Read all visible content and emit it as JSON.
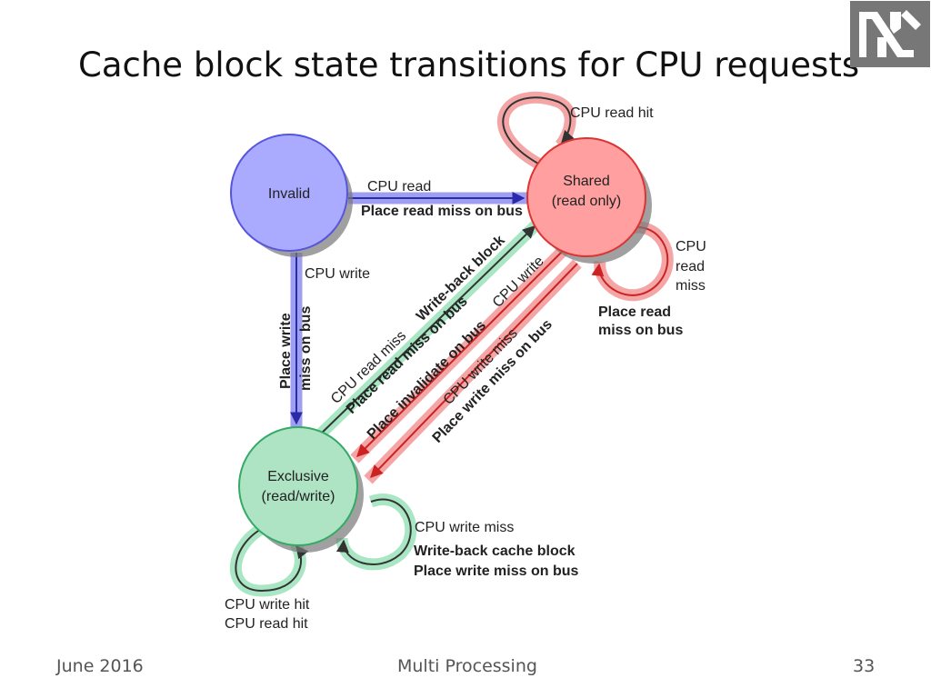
{
  "title": "Cache block state transitions for CPU requests",
  "logo": {
    "icon": "hebrew-letters-logo-icon",
    "background": "#777777"
  },
  "colors": {
    "invalid": "#aaaaff",
    "invalid_stroke": "#5555dd",
    "shared": "#ff9f9f",
    "shared_stroke": "#dd3333",
    "exclusive": "#aee3c4",
    "exclusive_stroke": "#33aa66"
  },
  "states": {
    "invalid": {
      "line1": "Invalid"
    },
    "shared": {
      "line1": "Shared",
      "line2": "(read only)"
    },
    "exclusive": {
      "line1": "Exclusive",
      "line2": "(read/write)"
    }
  },
  "transitions": {
    "invalid_to_shared": {
      "event": "CPU read",
      "action": "Place read miss on bus"
    },
    "invalid_to_exclusive": {
      "event": "CPU write",
      "action_line1": "Place write",
      "action_line2": "miss on bus"
    },
    "shared_self_hit": {
      "event": "CPU read hit"
    },
    "shared_self_miss": {
      "event_line1": "CPU",
      "event_line2": "read",
      "event_line3": "miss",
      "action_line1": "Place read",
      "action_line2": "miss on bus"
    },
    "exclusive_to_shared": {
      "event": "CPU read miss",
      "action_line1": "Write-back block",
      "action_line2": "Place read miss on bus"
    },
    "shared_to_exclusive_write": {
      "event": "CPU write",
      "action": "Place invalidate on bus"
    },
    "shared_to_exclusive_miss": {
      "event": "CPU write miss",
      "action": "Place write miss on bus"
    },
    "exclusive_self_hit": {
      "line1": "CPU write hit",
      "line2": "CPU read hit"
    },
    "exclusive_self_miss": {
      "event": "CPU write miss",
      "action_line1": "Write-back cache block",
      "action_line2": "Place write miss on bus"
    }
  },
  "footer": {
    "date": "June 2016",
    "center": "Multi Processing",
    "page": "33"
  }
}
